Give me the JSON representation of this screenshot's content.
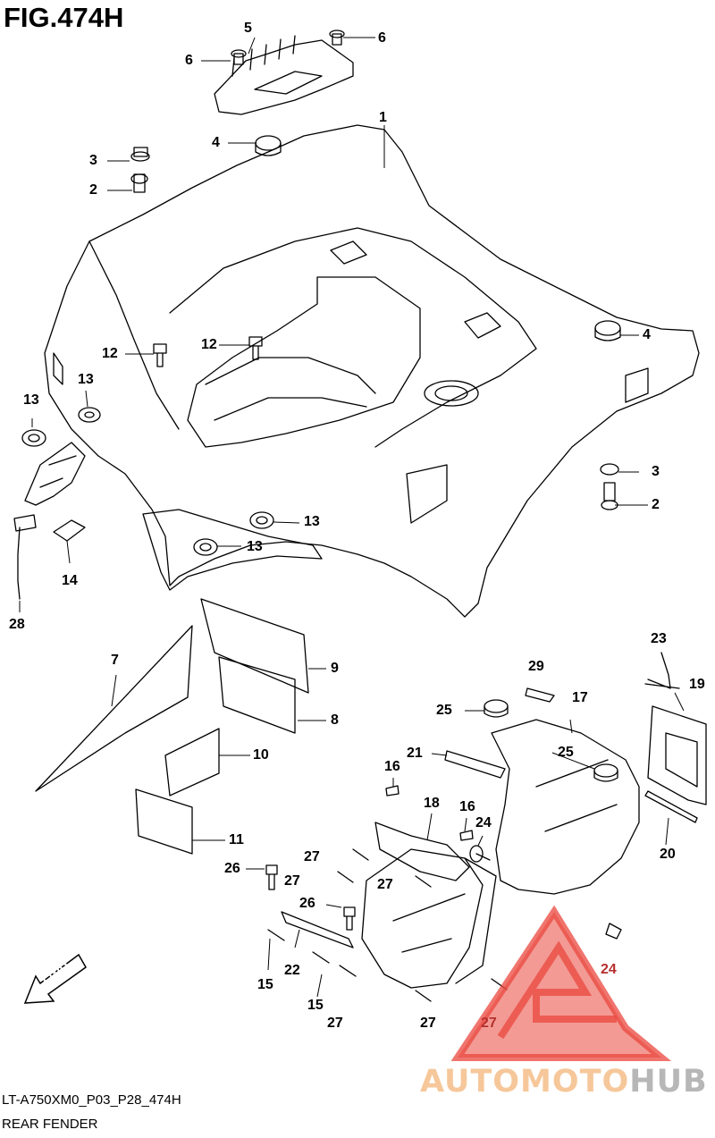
{
  "figure": {
    "title": "FIG.474H",
    "code": "LT-A750XM0_P03_P28_474H",
    "name": "REAR FENDER"
  },
  "fwd_label": "FWD",
  "watermark": {
    "part1": "AUTOMOTO",
    "part2": "HUB"
  },
  "callouts": [
    {
      "label": "1"
    },
    {
      "label": "2"
    },
    {
      "label": "2"
    },
    {
      "label": "3"
    },
    {
      "label": "3"
    },
    {
      "label": "4"
    },
    {
      "label": "4"
    },
    {
      "label": "5"
    },
    {
      "label": "6"
    },
    {
      "label": "6"
    },
    {
      "label": "7"
    },
    {
      "label": "8"
    },
    {
      "label": "9"
    },
    {
      "label": "10"
    },
    {
      "label": "11"
    },
    {
      "label": "12"
    },
    {
      "label": "12"
    },
    {
      "label": "13"
    },
    {
      "label": "13"
    },
    {
      "label": "13"
    },
    {
      "label": "13"
    },
    {
      "label": "14"
    },
    {
      "label": "15"
    },
    {
      "label": "15"
    },
    {
      "label": "16"
    },
    {
      "label": "16"
    },
    {
      "label": "17"
    },
    {
      "label": "18"
    },
    {
      "label": "19"
    },
    {
      "label": "20"
    },
    {
      "label": "21"
    },
    {
      "label": "22"
    },
    {
      "label": "23"
    },
    {
      "label": "24"
    },
    {
      "label": "24"
    },
    {
      "label": "25"
    },
    {
      "label": "25"
    },
    {
      "label": "26"
    },
    {
      "label": "26"
    },
    {
      "label": "27"
    },
    {
      "label": "27"
    },
    {
      "label": "27"
    },
    {
      "label": "27"
    },
    {
      "label": "27"
    },
    {
      "label": "27"
    },
    {
      "label": "28"
    },
    {
      "label": "29"
    }
  ],
  "colors": {
    "line": "#000000",
    "watermark_red": "#e9473e",
    "watermark_orange": "#f6c79a",
    "watermark_gray": "#b7b7b7"
  }
}
